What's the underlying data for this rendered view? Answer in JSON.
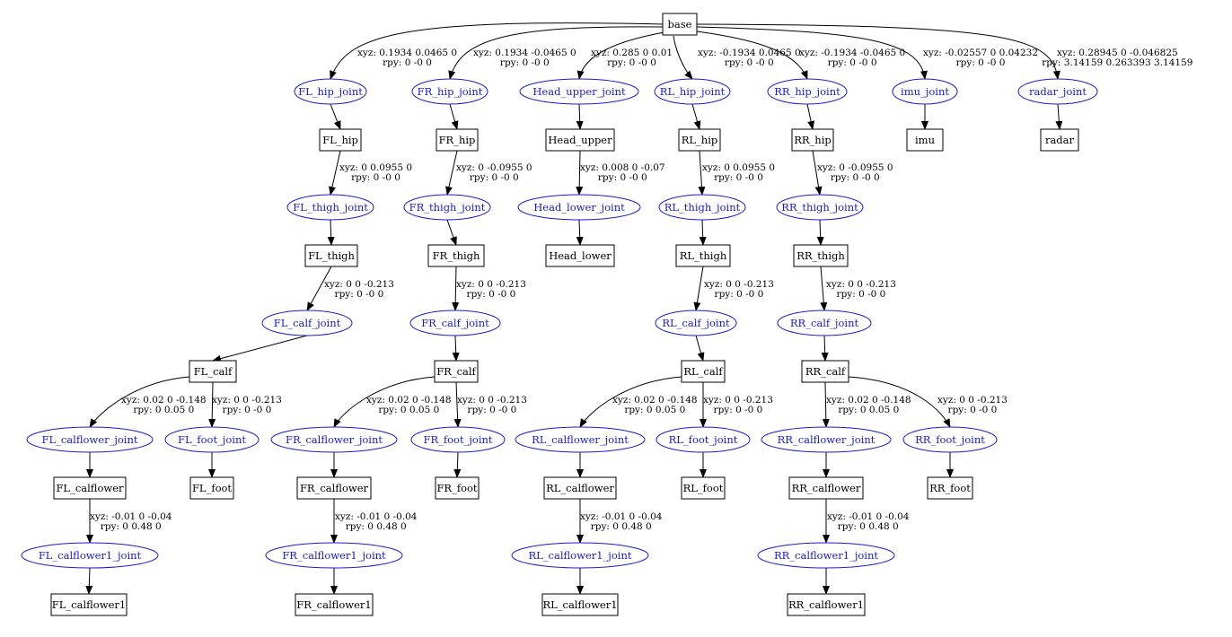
{
  "links": {
    "base": "base",
    "FL_hip": "FL_hip",
    "FR_hip": "FR_hip",
    "Head_upper": "Head_upper",
    "RL_hip": "RL_hip",
    "RR_hip": "RR_hip",
    "imu": "imu",
    "radar": "radar",
    "FL_thigh": "FL_thigh",
    "FR_thigh": "FR_thigh",
    "Head_lower": "Head_lower",
    "RL_thigh": "RL_thigh",
    "RR_thigh": "RR_thigh",
    "FL_calf": "FL_calf",
    "FR_calf": "FR_calf",
    "RL_calf": "RL_calf",
    "RR_calf": "RR_calf",
    "FL_calflower": "FL_calflower",
    "FL_foot": "FL_foot",
    "FR_calflower": "FR_calflower",
    "FR_foot": "FR_foot",
    "RL_calflower": "RL_calflower",
    "RL_foot": "RL_foot",
    "RR_calflower": "RR_calflower",
    "RR_foot": "RR_foot",
    "FL_calflower1": "FL_calflower1",
    "FR_calflower1": "FR_calflower1",
    "RL_calflower1": "RL_calflower1",
    "RR_calflower1": "RR_calflower1"
  },
  "joints": {
    "FL_hip_joint": "FL_hip_joint",
    "FR_hip_joint": "FR_hip_joint",
    "Head_upper_joint": "Head_upper_joint",
    "RL_hip_joint": "RL_hip_joint",
    "RR_hip_joint": "RR_hip_joint",
    "imu_joint": "imu_joint",
    "radar_joint": "radar_joint",
    "FL_thigh_joint": "FL_thigh_joint",
    "FR_thigh_joint": "FR_thigh_joint",
    "Head_lower_joint": "Head_lower_joint",
    "RL_thigh_joint": "RL_thigh_joint",
    "RR_thigh_joint": "RR_thigh_joint",
    "FL_calf_joint": "FL_calf_joint",
    "FR_calf_joint": "FR_calf_joint",
    "RL_calf_joint": "RL_calf_joint",
    "RR_calf_joint": "RR_calf_joint",
    "FL_calflower_joint": "FL_calflower_joint",
    "FL_foot_joint": "FL_foot_joint",
    "FR_calflower_joint": "FR_calflower_joint",
    "FR_foot_joint": "FR_foot_joint",
    "RL_calflower_joint": "RL_calflower_joint",
    "RL_foot_joint": "RL_foot_joint",
    "RR_calflower_joint": "RR_calflower_joint",
    "RR_foot_joint": "RR_foot_joint",
    "FL_calflower1_joint": "FL_calflower1_joint",
    "FR_calflower1_joint": "FR_calflower1_joint",
    "RL_calflower1_joint": "RL_calflower1_joint",
    "RR_calflower1_joint": "RR_calflower1_joint"
  },
  "origins": {
    "FL_hip_joint": {
      "xyz": "xyz: 0.1934 0.0465 0",
      "rpy": "rpy: 0 -0 0"
    },
    "FR_hip_joint": {
      "xyz": "xyz: 0.1934 -0.0465 0",
      "rpy": "rpy: 0 -0 0"
    },
    "Head_upper_joint": {
      "xyz": "xyz: 0.285 0 0.01",
      "rpy": "rpy: 0 -0 0"
    },
    "RL_hip_joint": {
      "xyz": "xyz: -0.1934 0.0465 0",
      "rpy": "rpy: 0 -0 0"
    },
    "RR_hip_joint": {
      "xyz": "xyz: -0.1934 -0.0465 0",
      "rpy": "rpy: 0 -0 0"
    },
    "imu_joint": {
      "xyz": "xyz: -0.02557 0 0.04232",
      "rpy": "rpy: 0 -0 0"
    },
    "radar_joint": {
      "xyz": "xyz: 0.28945 0 -0.046825",
      "rpy": "rpy: 3.14159 0.263393 3.14159"
    },
    "FL_thigh_joint": {
      "xyz": "xyz: 0 0.0955 0",
      "rpy": "rpy: 0 -0 0"
    },
    "FR_thigh_joint": {
      "xyz": "xyz: 0 -0.0955 0",
      "rpy": "rpy: 0 -0 0"
    },
    "Head_lower_joint": {
      "xyz": "xyz: 0.008 0 -0.07",
      "rpy": "rpy: 0 -0 0"
    },
    "RL_thigh_joint": {
      "xyz": "xyz: 0 0.0955 0",
      "rpy": "rpy: 0 -0 0"
    },
    "RR_thigh_joint": {
      "xyz": "xyz: 0 -0.0955 0",
      "rpy": "rpy: 0 -0 0"
    },
    "FL_calf_joint": {
      "xyz": "xyz: 0 0 -0.213",
      "rpy": "rpy: 0 -0 0"
    },
    "FR_calf_joint": {
      "xyz": "xyz: 0 0 -0.213",
      "rpy": "rpy: 0 -0 0"
    },
    "RL_calf_joint": {
      "xyz": "xyz: 0 0 -0.213",
      "rpy": "rpy: 0 -0 0"
    },
    "RR_calf_joint": {
      "xyz": "xyz: 0 0 -0.213",
      "rpy": "rpy: 0 -0 0"
    },
    "FL_calflower_joint": {
      "xyz": "xyz: 0.02 0 -0.148",
      "rpy": "rpy: 0 0.05 0"
    },
    "FL_foot_joint": {
      "xyz": "xyz: 0 0 -0.213",
      "rpy": "rpy: 0 -0 0"
    },
    "FR_calflower_joint": {
      "xyz": "xyz: 0.02 0 -0.148",
      "rpy": "rpy: 0 0.05 0"
    },
    "FR_foot_joint": {
      "xyz": "xyz: 0 0 -0.213",
      "rpy": "rpy: 0 -0 0"
    },
    "RL_calflower_joint": {
      "xyz": "xyz: 0.02 0 -0.148",
      "rpy": "rpy: 0 0.05 0"
    },
    "RL_foot_joint": {
      "xyz": "xyz: 0 0 -0.213",
      "rpy": "rpy: 0 -0 0"
    },
    "RR_calflower_joint": {
      "xyz": "xyz: 0.02 0 -0.148",
      "rpy": "rpy: 0 0.05 0"
    },
    "RR_foot_joint": {
      "xyz": "xyz: 0 0 -0.213",
      "rpy": "rpy: 0 -0 0"
    },
    "FL_calflower1_joint": {
      "xyz": "xyz: -0.01 0 -0.04",
      "rpy": "rpy: 0 0.48 0"
    },
    "FR_calflower1_joint": {
      "xyz": "xyz: -0.01 0 -0.04",
      "rpy": "rpy: 0 0.48 0"
    },
    "RL_calflower1_joint": {
      "xyz": "xyz: -0.01 0 -0.04",
      "rpy": "rpy: 0 0.48 0"
    },
    "RR_calflower1_joint": {
      "xyz": "xyz: -0.01 0 -0.04",
      "rpy": "rpy: 0 0.48 0"
    }
  },
  "colors": {
    "joint": "#1a1ad6",
    "link_border": "#000000",
    "edge": "#000000"
  }
}
